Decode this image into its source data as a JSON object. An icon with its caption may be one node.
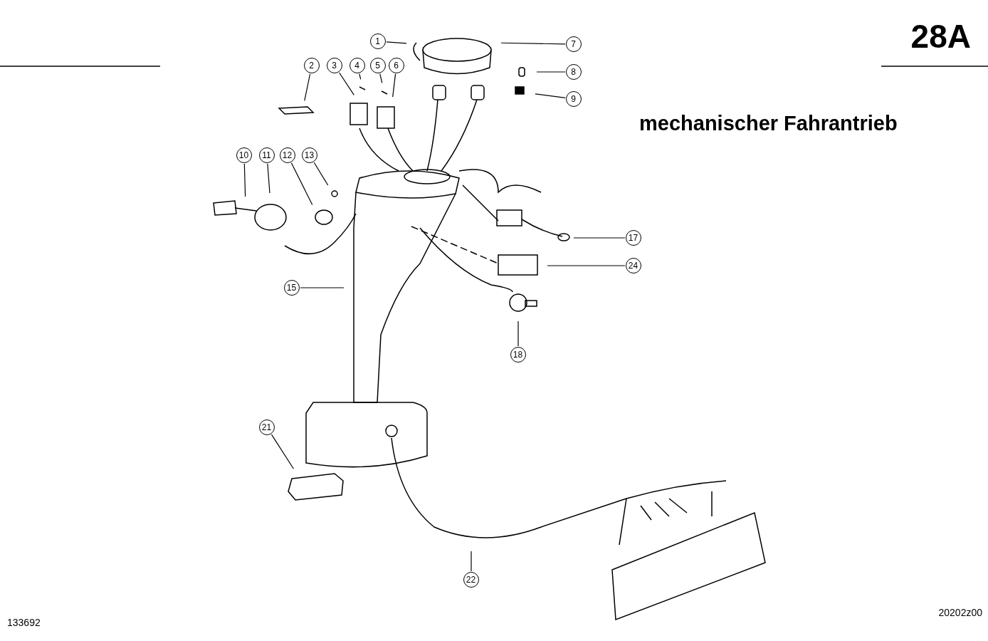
{
  "diagram": {
    "title": "mechanischer Fahrantrieb",
    "nodes": [
      {
        "text": [
          "1"
        ]
      },
      {
        "text": [
          "7"
        ]
      },
      {
        "text": [
          "8"
        ]
      },
      {
        "text": [
          "9"
        ]
      },
      {
        "text": [
          "2"
        ]
      },
      {
        "text": [
          "3"
        ]
      },
      {
        "text": [
          "4"
        ]
      },
      {
        "text": [
          "5"
        ]
      },
      {
        "text": [
          "6"
        ]
      },
      {
        "text": [
          "10"
        ]
      },
      {
        "text": [
          "11"
        ]
      },
      {
        "text": [
          "12"
        ]
      },
      {
        "text": [
          "13"
        ]
      },
      {
        "text": [
          "17"
        ]
      },
      {
        "text": [
          "24"
        ]
      },
      {
        "text": [
          "15"
        ]
      },
      {
        "text": [
          "18"
        ]
      },
      {
        "text": [
          "21"
        ]
      },
      {
        "text": [
          "22"
        ]
      }
    ],
    "edges": [
      {
        "from": 0,
        "to": null,
        "arrow": "none"
      },
      {
        "from": 1,
        "to": null,
        "arrow": "none"
      },
      {
        "from": 2,
        "to": null,
        "arrow": "none"
      },
      {
        "from": 3,
        "to": null,
        "arrow": "none"
      },
      {
        "from": 4,
        "to": null,
        "arrow": "none"
      },
      {
        "from": 5,
        "to": null,
        "arrow": "none"
      },
      {
        "from": 6,
        "to": null,
        "arrow": "none"
      },
      {
        "from": 7,
        "to": null,
        "arrow": "none"
      },
      {
        "from": 8,
        "to": null,
        "arrow": "none"
      },
      {
        "from": 9,
        "to": null,
        "arrow": "none"
      },
      {
        "from": 10,
        "to": null,
        "arrow": "none"
      },
      {
        "from": 11,
        "to": null,
        "arrow": "none"
      },
      {
        "from": 12,
        "to": null,
        "arrow": "none"
      },
      {
        "from": 13,
        "to": null,
        "arrow": "none"
      },
      {
        "from": 14,
        "to": null,
        "arrow": "none"
      },
      {
        "from": 15,
        "to": null,
        "arrow": "none"
      },
      {
        "from": 16,
        "to": null,
        "arrow": "none"
      },
      {
        "from": 17,
        "to": null,
        "arrow": "none"
      },
      {
        "from": 18,
        "to": null,
        "arrow": "none"
      }
    ],
    "labels": [
      "28A",
      "133692",
      "20202z00"
    ]
  }
}
